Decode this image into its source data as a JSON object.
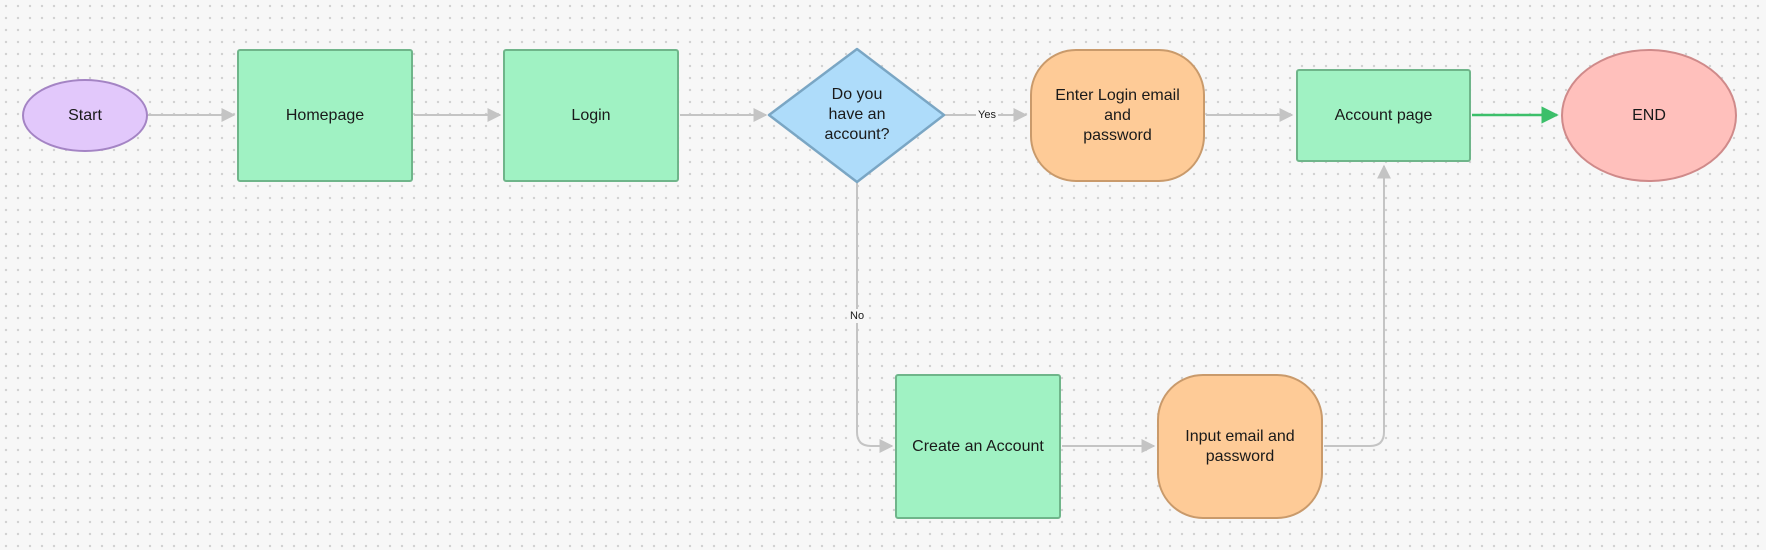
{
  "diagram": {
    "nodes": {
      "start": {
        "label": "Start"
      },
      "homepage": {
        "label": "Homepage"
      },
      "login": {
        "label": "Login"
      },
      "decision": {
        "label": "Do you\nhave an\naccount?"
      },
      "enter_login": {
        "label": "Enter Login email and\npassword"
      },
      "account_page": {
        "label": "Account page"
      },
      "end": {
        "label": "END"
      },
      "create_account": {
        "label": "Create an Account"
      },
      "input_email": {
        "label": "Input email and\npassword"
      }
    },
    "edges": {
      "yes_label": "Yes",
      "no_label": "No"
    },
    "colors": {
      "connector": "#c4c4c4",
      "final_connector": "#3cbf6a",
      "start_fill": "#e2c8fb",
      "process_fill": "#a0f2c3",
      "decision_fill": "#aedcfa",
      "io_fill": "#fecb97",
      "end_fill": "#ffc0bc"
    }
  }
}
